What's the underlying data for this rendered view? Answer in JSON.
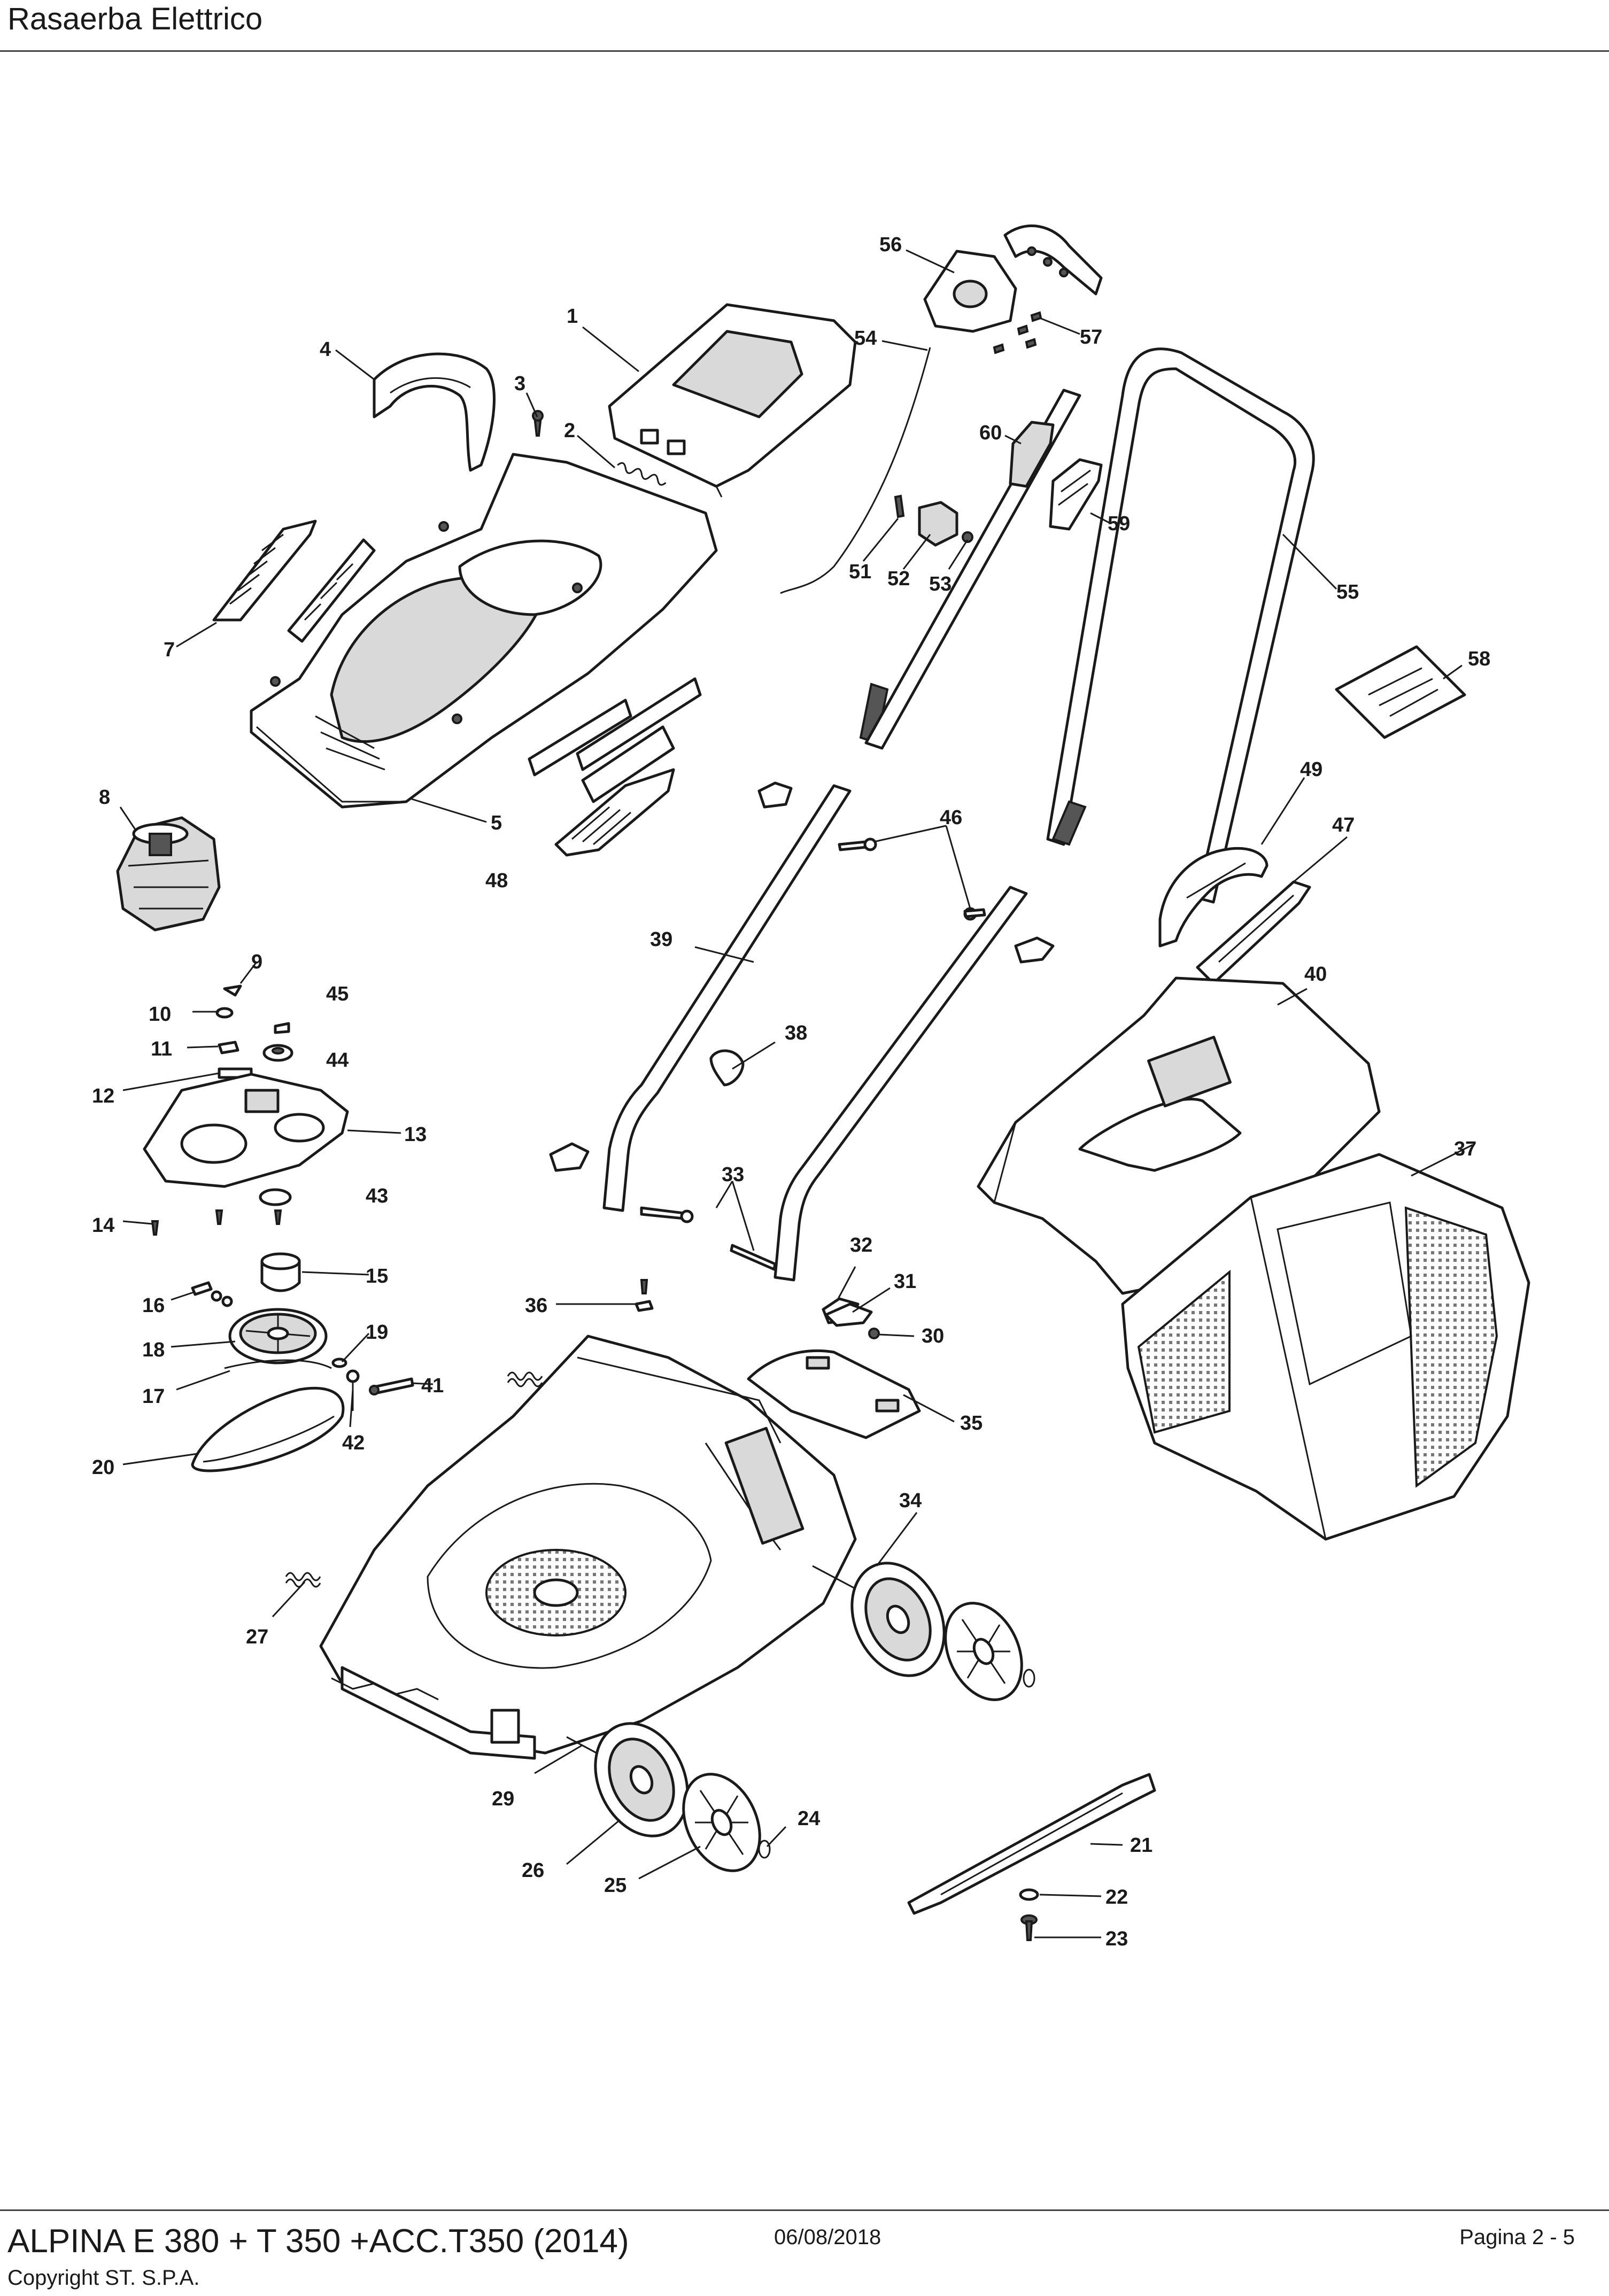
{
  "header": {
    "title": "Rasaerba Elettrico"
  },
  "footer": {
    "model": "ALPINA E 380 + T 350 +ACC.T350 (2014)",
    "date": "06/08/2018",
    "page": "Pagina 2 - 5",
    "copyright": "Copyright ST. S.P.A."
  },
  "parts": {
    "p1": "1",
    "p2": "2",
    "p3": "3",
    "p4": "4",
    "p5": "5",
    "p7": "7",
    "p8": "8",
    "p9": "9",
    "p10": "10",
    "p11": "11",
    "p12": "12",
    "p13": "13",
    "p14": "14",
    "p15": "15",
    "p16": "16",
    "p17": "17",
    "p18": "18",
    "p19": "19",
    "p20": "20",
    "p21": "21",
    "p22": "22",
    "p23": "23",
    "p24": "24",
    "p25": "25",
    "p26": "26",
    "p27": "27",
    "p29": "29",
    "p30": "30",
    "p31": "31",
    "p32": "32",
    "p33": "33",
    "p34": "34",
    "p35": "35",
    "p36": "36",
    "p37": "37",
    "p38": "38",
    "p39": "39",
    "p40": "40",
    "p41": "41",
    "p42": "42",
    "p43": "43",
    "p44": "44",
    "p45": "45",
    "p46": "46",
    "p47": "47",
    "p48": "48",
    "p49": "49",
    "p51": "51",
    "p52": "52",
    "p53": "53",
    "p54": "54",
    "p55": "55",
    "p56": "56",
    "p57": "57",
    "p58": "58",
    "p59": "59",
    "p60": "60"
  }
}
